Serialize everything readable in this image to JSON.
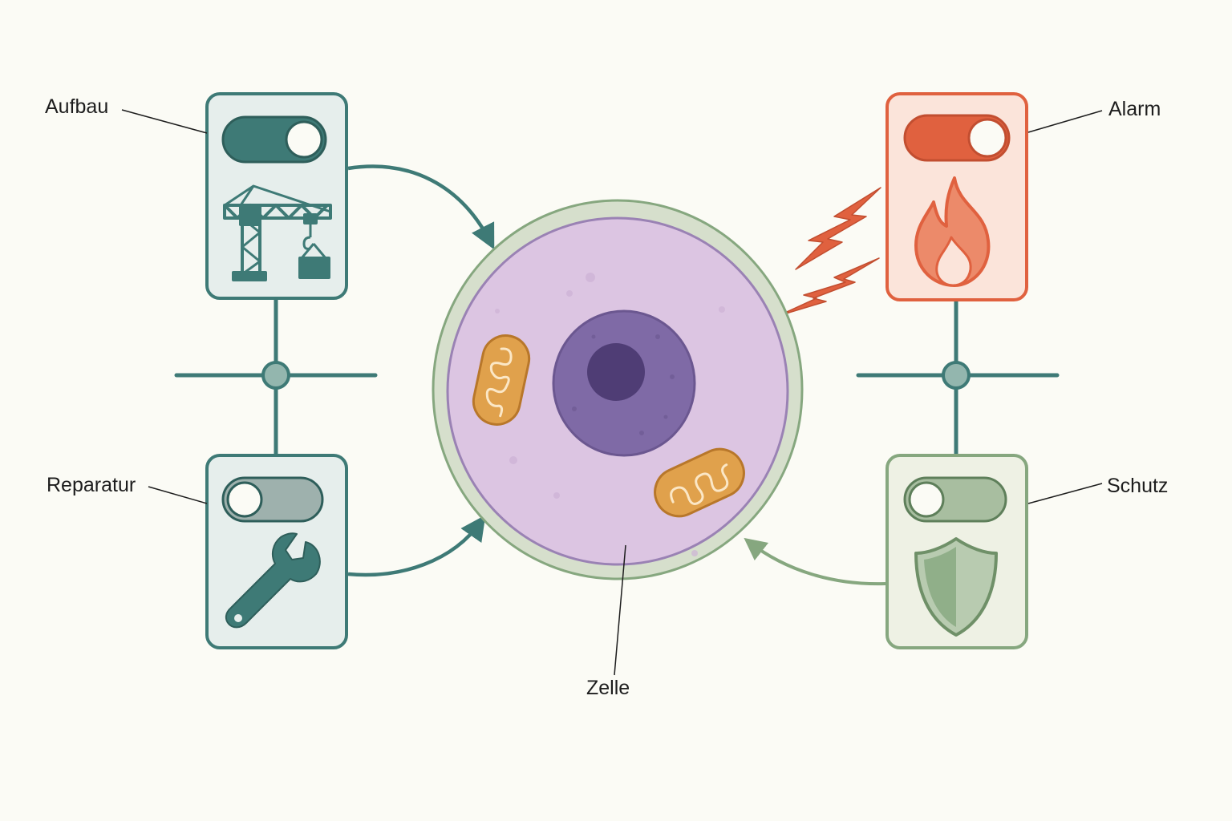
{
  "labels": {
    "build": "Aufbau",
    "repair": "Reparatur",
    "alarm": "Alarm",
    "protect": "Schutz",
    "cell": "Zelle"
  },
  "switches": {
    "build": "on",
    "repair": "off",
    "alarm": "on",
    "protect": "off"
  },
  "icons": {
    "build": "crane-icon",
    "repair": "wrench-icon",
    "alarm": "flame-icon",
    "protect": "shield-icon"
  },
  "colors": {
    "teal": "#3e7a76",
    "teal_fill": "#e6eeec",
    "red": "#e0613f",
    "red_fill": "#fbe4da",
    "green": "#86a77f",
    "green_fill": "#eef1e4",
    "cytoplasm": "#dcc5e2",
    "nucleus": "#7f6aa6",
    "mitochondrion": "#e0a14c"
  }
}
